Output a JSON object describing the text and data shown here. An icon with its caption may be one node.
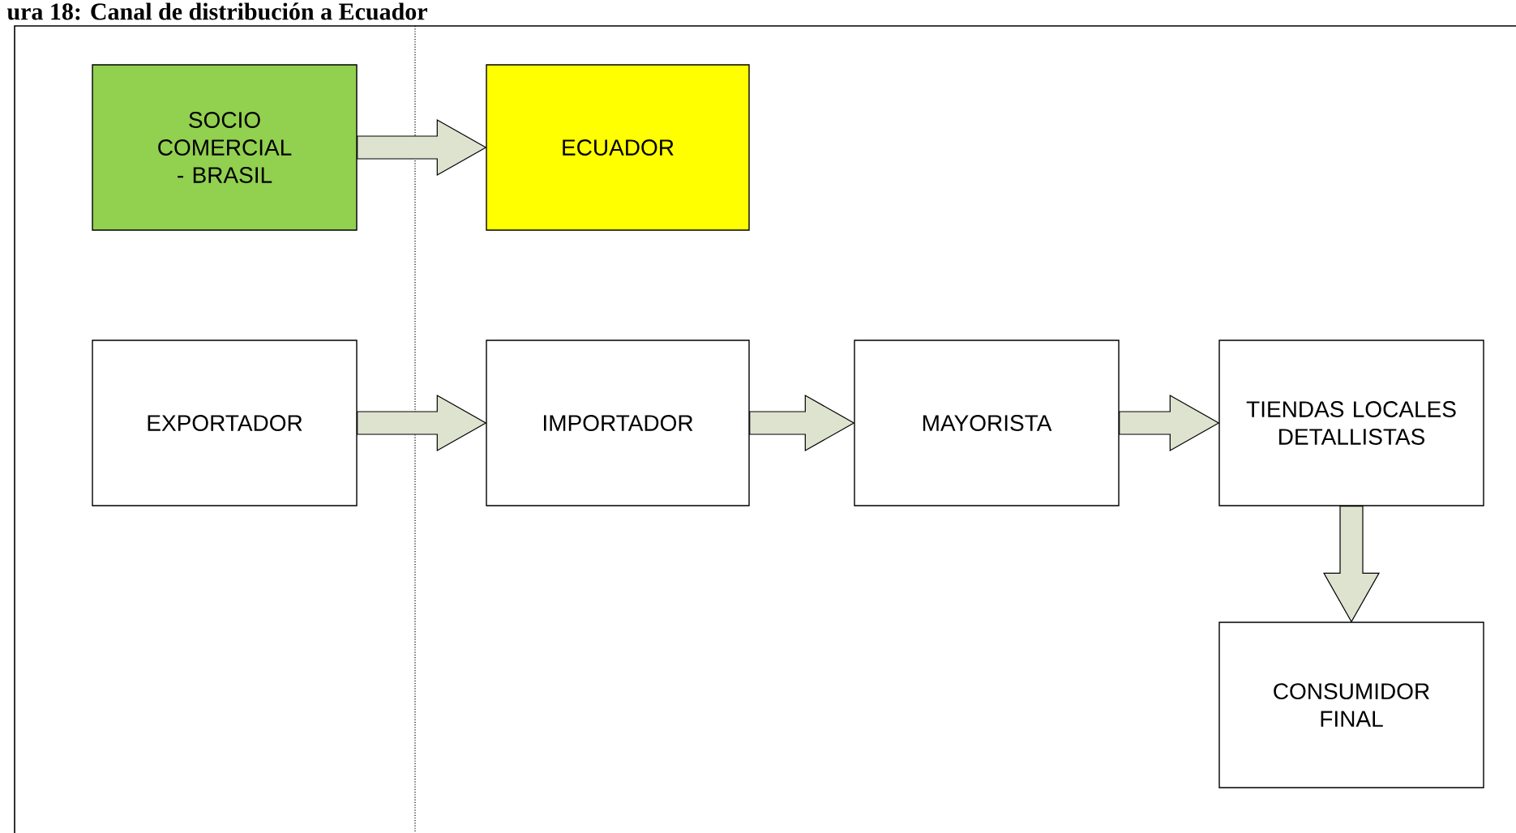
{
  "diagram": {
    "title": "ura 18: Canal de distribución a Ecuador",
    "nodes": [
      {
        "text": [
          "SOCIO COMERCIAL - BRASIL"
        ]
      },
      {
        "text": [
          "ECUADOR"
        ]
      },
      {
        "text": [
          "EXPORTADOR"
        ]
      },
      {
        "text": [
          "IMPORTADOR"
        ]
      },
      {
        "text": [
          "MAYORISTA"
        ]
      },
      {
        "text": [
          "TIENDAS LOCALES DETALLISTAS"
        ]
      },
      {
        "text": [
          "CONSUMIDOR FINAL"
        ]
      }
    ],
    "edges": [
      {
        "from": 0,
        "to": 1,
        "arrow": "to"
      },
      {
        "from": 2,
        "to": 3,
        "arrow": "to"
      },
      {
        "from": 3,
        "to": 4,
        "arrow": "to"
      },
      {
        "from": 4,
        "to": 5,
        "arrow": "to"
      },
      {
        "from": 5,
        "to": 6,
        "arrow": "to"
      }
    ]
  }
}
